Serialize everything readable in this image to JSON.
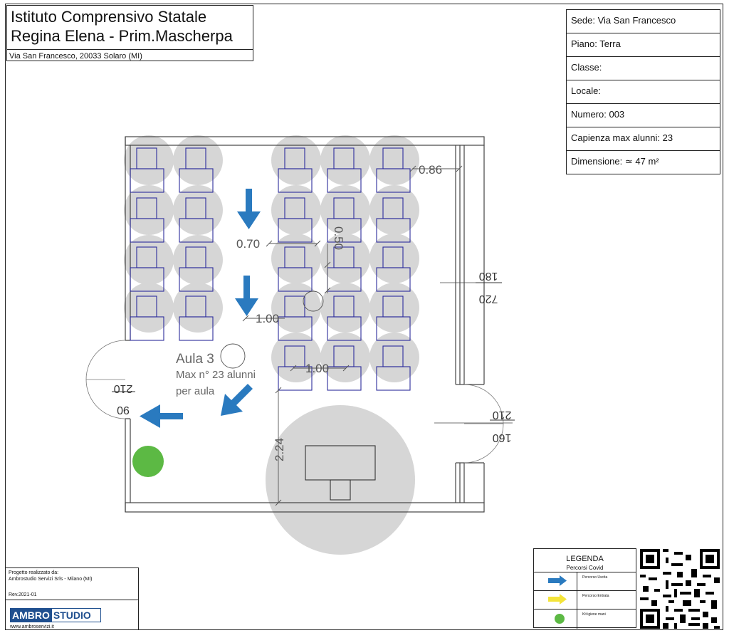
{
  "header": {
    "title_line1": "Istituto Comprensivo Statale",
    "title_line2": "Regina Elena - Prim.Mascherpa",
    "address": "Via San Francesco, 20033 Solaro (MI)"
  },
  "info": {
    "sede": "Sede: Via San Francesco",
    "piano": "Piano: Terra",
    "classe": "Classe:",
    "locale": "Locale:",
    "numero": "Numero: 003",
    "capienza": "Capienza max alunni: 23",
    "dimensione": "Dimensione: ≃ 47 m²"
  },
  "plan": {
    "room_name": "Aula 3",
    "room_capacity": "Max n° 23 alunni",
    "room_capacity_2": "per aula",
    "dim_086": "0.86",
    "dim_070": "0.70",
    "dim_050": "0.50",
    "dim_100a": "1.00",
    "dim_100b": "1.00",
    "dim_224": "2.24",
    "door_right_top": "180",
    "door_right_bottom": "720",
    "door_left_top": "210",
    "door_left_bottom": "90",
    "door_lower_top": "210",
    "door_lower_bottom": "160",
    "colors": {
      "exit_arrow": "#2a7abf",
      "entry_arrow": "#f4e43a",
      "sanitizer": "#5cb944",
      "desk_outline": "#2c2c9c",
      "distance_circle": "#d2d2d2"
    }
  },
  "credit": {
    "line1": "Progetto realizzato da:",
    "line2": "Ambrostudio Servizi Srls - Milano (MI)",
    "line3": "Rev.2021-01",
    "logo_a": "AMBRO",
    "logo_b": "STUDIO",
    "website": "www.ambroservizi.it"
  },
  "legend": {
    "title": "LEGENDA",
    "subtitle": "Percorsi Covid",
    "exit_label": "Percorso Uscita",
    "entry_label": "Percorso Entrata",
    "sanitizer_label": "Kit igiene mani"
  }
}
